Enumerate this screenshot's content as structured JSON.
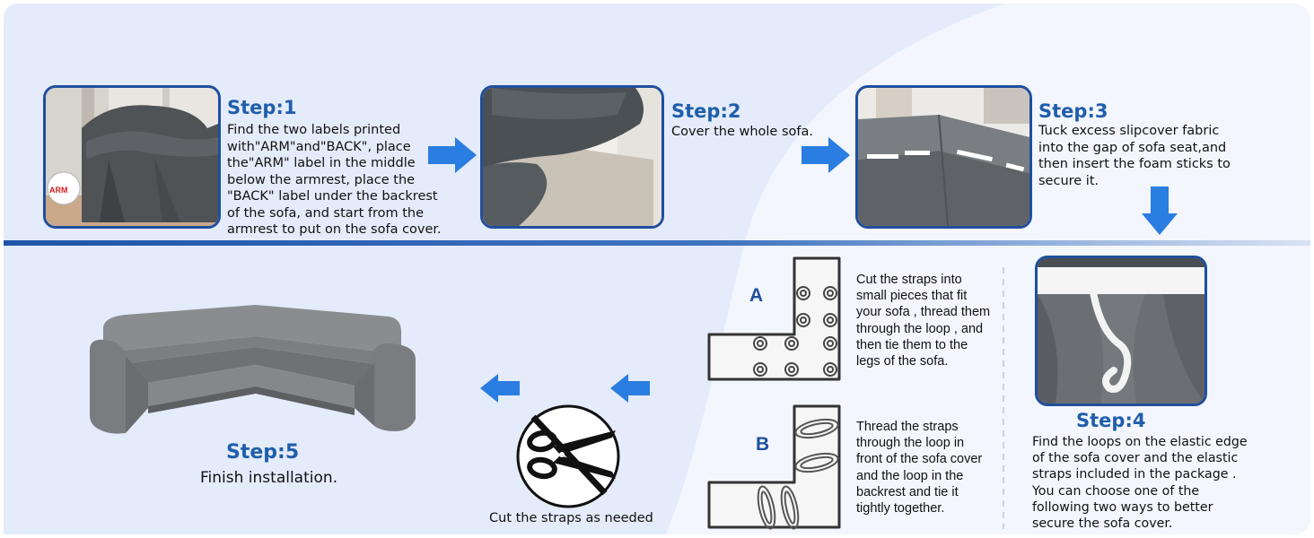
{
  "steps": {
    "step1": {
      "title": "Step:1",
      "text": "Find the two labels printed with\"ARM\"and\"BACK\", place the\"ARM\" label in the middle below the armrest, place the \"BACK\" label under the backrest of the sofa, and start from the armrest to put on the sofa cover.",
      "tag_label": "ARM"
    },
    "step2": {
      "title": "Step:2",
      "text": "Cover the whole sofa."
    },
    "step3": {
      "title": "Step:3",
      "text": "Tuck excess slipcover fabric into the gap of sofa seat,and then insert the foam sticks to secure it."
    },
    "step4": {
      "title": "Step:4",
      "text": "Find the loops on the elastic edge of the sofa cover and the elastic straps included in the package . You can choose one of the following two ways to better secure the sofa cover."
    },
    "step5": {
      "title": "Step:5",
      "text": "Finish installation."
    }
  },
  "options": {
    "a": {
      "letter": "A",
      "text": "Cut the straps into small pieces that fit your sofa , thread them through the loop , and then tie them to the legs of the sofa."
    },
    "b": {
      "letter": "B",
      "text": "Thread the straps through the loop in front of the sofa cover and the loop in the backrest and tie it tightly together."
    }
  },
  "scissors": {
    "caption": "Cut the straps as needed"
  },
  "colors": {
    "accent": "#1f5eab",
    "arrow": "#2a7de1",
    "frame": "#1f4f9e",
    "band_light": "#e4ebfa"
  },
  "icons": [
    "arrow-right-icon",
    "arrow-down-icon",
    "arrow-left-icon",
    "no-scissors-icon",
    "knot-icon",
    "loop-icon"
  ]
}
